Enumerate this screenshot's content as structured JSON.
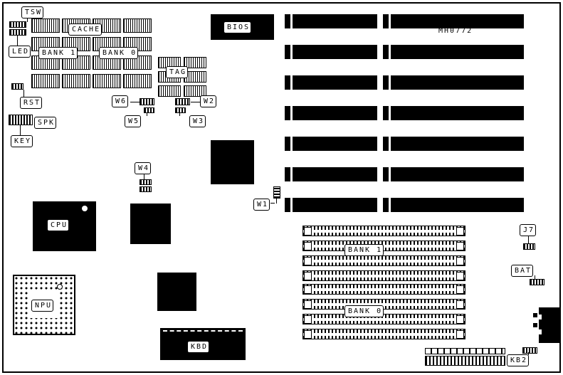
{
  "board": {
    "part_number": "MH0772"
  },
  "labels": {
    "tsw": "TSW",
    "led": "LED",
    "cache": "CACHE",
    "cache_bank1": "BANK 1",
    "cache_bank0": "BANK 0",
    "tag": "TAG",
    "rst": "RST",
    "spk": "SPK",
    "key": "KEY",
    "w1": "W1",
    "w2": "W2",
    "w3": "W3",
    "w4": "W4",
    "w5": "W5",
    "w6": "W6",
    "bios": "BIOS",
    "cpu": "CPU",
    "npu": "NPU",
    "kbd": "KBD",
    "simm_bank1": "BANK 1",
    "simm_bank0": "BANK 0",
    "j7": "J7",
    "bat": "BAT",
    "kb2": "KB2"
  }
}
